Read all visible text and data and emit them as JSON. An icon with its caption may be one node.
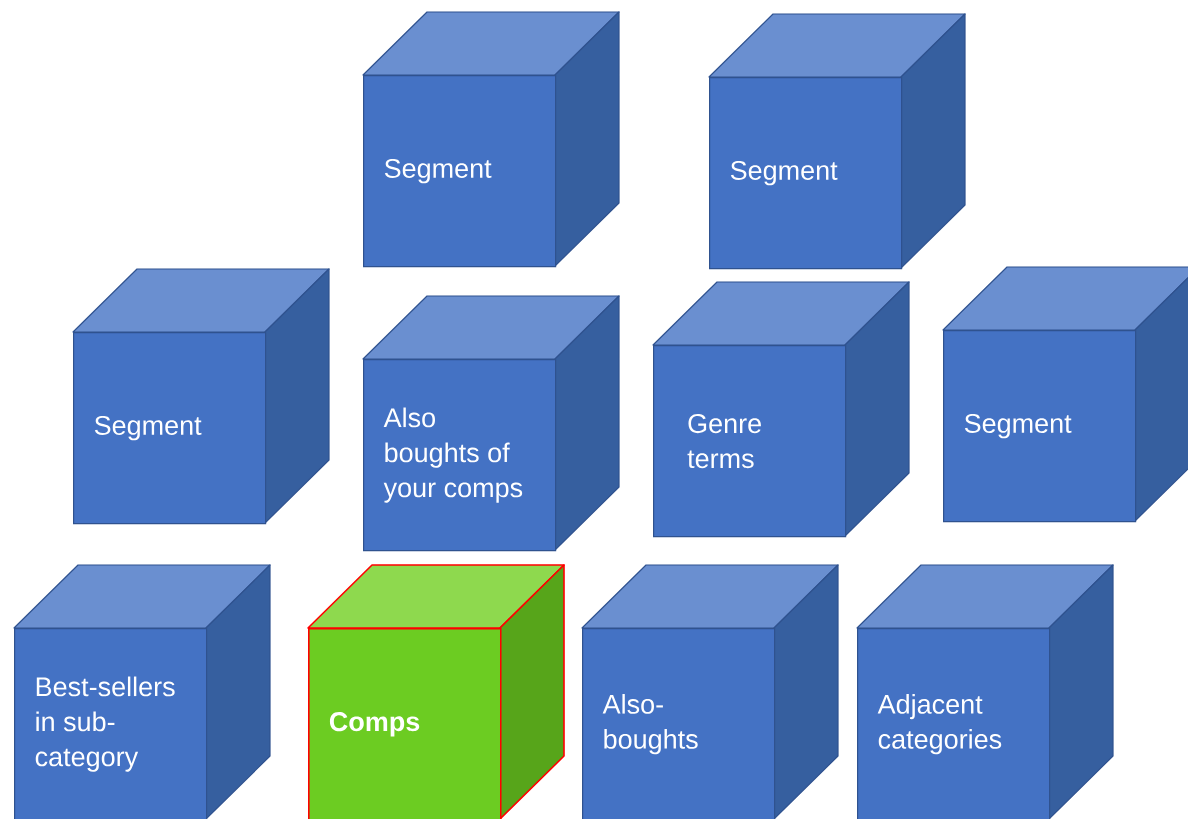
{
  "diagram": {
    "nodes": [
      {
        "text": [
          "Segment"
        ]
      },
      {
        "text": [
          "Segment"
        ]
      },
      {
        "text": [
          "Segment"
        ]
      },
      {
        "text": [
          "Also boughts of your comps"
        ]
      },
      {
        "text": [
          "Genre terms"
        ]
      },
      {
        "text": [
          "Segment"
        ]
      },
      {
        "text": [
          "Best-sellers in sub-category"
        ]
      },
      {
        "text": [
          "Comps"
        ]
      },
      {
        "text": [
          "Also-boughts"
        ]
      },
      {
        "text": [
          "Adjacent categories"
        ]
      }
    ]
  }
}
